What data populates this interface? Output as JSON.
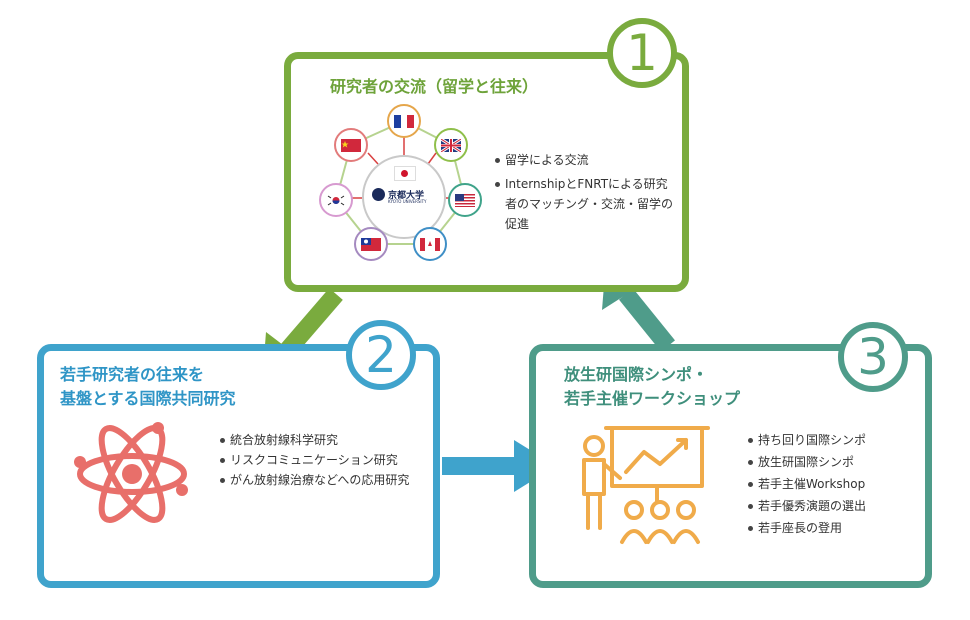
{
  "panels": {
    "p1": {
      "number": "1",
      "title": "研究者の交流（留学と往来）",
      "items": [
        "留学による交流",
        "InternshipとFNRTによる研究者のマッチング・交流・留学の促進"
      ],
      "center_logo": {
        "name": "京都大学",
        "sub": "KYOTO UNIVERSITY"
      },
      "flags": [
        "france-flag-icon",
        "uk-flag-icon",
        "usa-flag-icon",
        "canada-flag-icon",
        "taiwan-flag-icon",
        "korea-flag-icon",
        "china-flag-icon",
        "japan-flag-icon"
      ]
    },
    "p2": {
      "number": "2",
      "title_line1": "若手研究者の往来を",
      "title_line2": "基盤とする国際共同研究",
      "items": [
        "統合放射線科学研究",
        "リスクコミュニケーション研究",
        "がん放射線治療などへの応用研究"
      ],
      "icon": "atom-icon"
    },
    "p3": {
      "number": "3",
      "title_line1": "放生研国際シンポ・",
      "title_line2": "若手主催ワークショップ",
      "items": [
        "持ち回り国際シンポ",
        "放生研国際シンポ",
        "若手主催Workshop",
        "若手優秀演題の選出",
        "若手座長の登用"
      ],
      "icon": "presenter-icon"
    }
  },
  "colors": {
    "green": "#7aab3e",
    "blue": "#3fa3cc",
    "teal": "#4f9c8a",
    "atom": "#e86f6a",
    "presenter": "#f0ab4a"
  }
}
